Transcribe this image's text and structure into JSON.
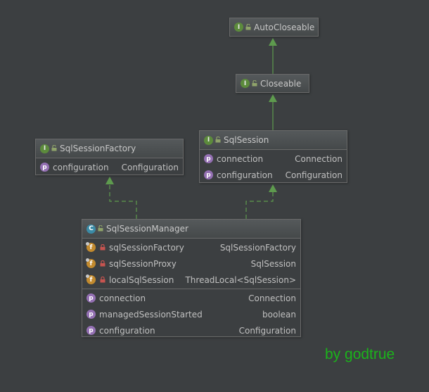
{
  "diagram": {
    "nodes": [
      {
        "id": "AutoCloseable",
        "kind": "interface",
        "badge": "I",
        "title": "AutoCloseable",
        "sections": []
      },
      {
        "id": "Closeable",
        "kind": "interface",
        "badge": "I",
        "title": "Closeable",
        "sections": []
      },
      {
        "id": "SqlSessionFactory",
        "kind": "interface",
        "badge": "I",
        "title": "SqlSessionFactory",
        "sections": [
          [
            {
              "badge": "p",
              "name": "configuration",
              "type": "Configuration"
            }
          ]
        ]
      },
      {
        "id": "SqlSession",
        "kind": "interface",
        "badge": "I",
        "title": "SqlSession",
        "sections": [
          [
            {
              "badge": "p",
              "name": "connection",
              "type": "Connection"
            },
            {
              "badge": "p",
              "name": "configuration",
              "type": "Configuration"
            }
          ]
        ]
      },
      {
        "id": "SqlSessionManager",
        "kind": "class",
        "badge": "C",
        "title": "SqlSessionManager",
        "sections": [
          [
            {
              "badge": "f",
              "lock": true,
              "name": "sqlSessionFactory",
              "type": "SqlSessionFactory"
            },
            {
              "badge": "f",
              "lock": true,
              "name": "sqlSessionProxy",
              "type": "SqlSession"
            },
            {
              "badge": "f",
              "lock": true,
              "name": "localSqlSession",
              "type": "ThreadLocal<SqlSession>"
            }
          ],
          [
            {
              "badge": "p",
              "name": "connection",
              "type": "Connection"
            },
            {
              "badge": "p",
              "name": "managedSessionStarted",
              "type": "boolean"
            },
            {
              "badge": "p",
              "name": "configuration",
              "type": "Configuration"
            }
          ]
        ]
      }
    ],
    "edges": [
      {
        "from": "Closeable",
        "to": "AutoCloseable",
        "kind": "extends"
      },
      {
        "from": "SqlSession",
        "to": "Closeable",
        "kind": "extends"
      },
      {
        "from": "SqlSessionManager",
        "to": "SqlSessionFactory",
        "kind": "implements"
      },
      {
        "from": "SqlSessionManager",
        "to": "SqlSession",
        "kind": "implements"
      }
    ]
  },
  "colors": {
    "background": "#3c3f41",
    "edge": "#5e9b4e",
    "watermark": "#1bb31b"
  },
  "watermark": "by godtrue"
}
